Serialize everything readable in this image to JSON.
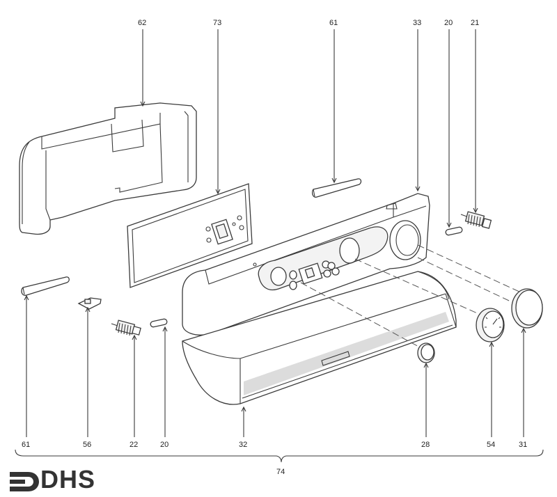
{
  "diagram": {
    "callouts": {
      "c62": "62",
      "c73": "73",
      "c61_top": "61",
      "c33": "33",
      "c20_top": "20",
      "c21": "21",
      "c61_bottom": "61",
      "c56": "56",
      "c22": "22",
      "c20_bottom": "20",
      "c32": "32",
      "c28": "28",
      "c54": "54",
      "c31": "31",
      "c74": "74"
    }
  },
  "brand": {
    "logo_text": "DHS",
    "logo_color": "#333333"
  }
}
